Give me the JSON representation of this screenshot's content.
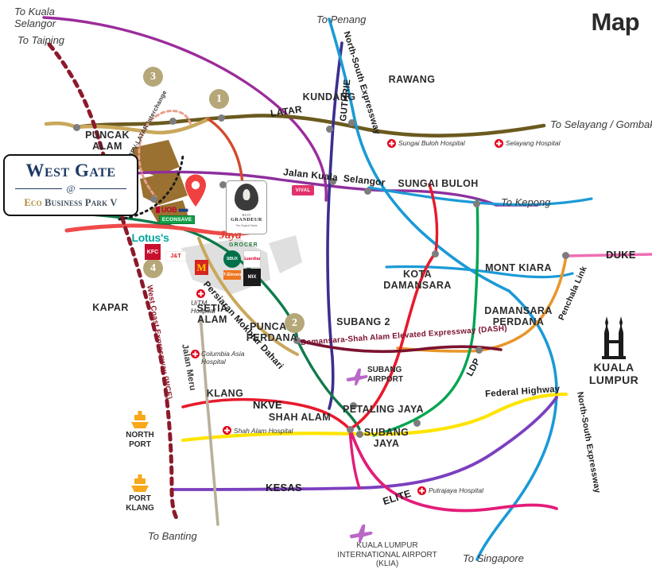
{
  "title": "Map",
  "logo": {
    "line1": "West Gate",
    "at": "@",
    "line2_eco": "Eco ",
    "line2_rest": "Business Park V"
  },
  "eco_grandeur": {
    "name_top": "ECO",
    "name_main": "GRANDEUR",
    "tagline": "The Original Estate"
  },
  "destinations": [
    {
      "id": "to-kuala-selangor",
      "text": "To Kuala\nSelangor"
    },
    {
      "id": "to-taiping",
      "text": "To Taiping"
    },
    {
      "id": "to-penang",
      "text": "To Penang"
    },
    {
      "id": "to-selayang-gombak",
      "text": "To Selayang / Gombak"
    },
    {
      "id": "to-kepong",
      "text": "To Kepong"
    },
    {
      "id": "to-banting",
      "text": "To Banting"
    },
    {
      "id": "to-singapore",
      "text": "To Singapore"
    }
  ],
  "towns": [
    {
      "id": "puncak-alam",
      "text": "PUNCAK\nALAM"
    },
    {
      "id": "kundang",
      "text": "KUNDANG"
    },
    {
      "id": "rawang",
      "text": "RAWANG"
    },
    {
      "id": "sungai-buloh",
      "text": "SUNGAI BULOH"
    },
    {
      "id": "kota-damansara",
      "text": "KOTA\nDAMANSARA"
    },
    {
      "id": "mont-kiara",
      "text": "MONT KIARA"
    },
    {
      "id": "damansara-perdana",
      "text": "DAMANSARA\nPERDANA"
    },
    {
      "id": "subang-2",
      "text": "SUBANG 2"
    },
    {
      "id": "puncak-perdana",
      "text": "PUNCAK\nPERDANA"
    },
    {
      "id": "setia-alam",
      "text": "SETIA\nALAM"
    },
    {
      "id": "kapar",
      "text": "KAPAR"
    },
    {
      "id": "klang",
      "text": "KLANG"
    },
    {
      "id": "shah-alam",
      "text": "SHAH ALAM"
    },
    {
      "id": "petaling-jaya",
      "text": "PETALING JAYA"
    },
    {
      "id": "subang-jaya",
      "text": "SUBANG\nJAYA"
    },
    {
      "id": "kuala-lumpur",
      "text": "KUALA\nLUMPUR"
    }
  ],
  "highways": [
    {
      "id": "latar",
      "text": "LATAR"
    },
    {
      "id": "guthrie",
      "text": "GUTHRIE"
    },
    {
      "id": "north-south-expressway-north",
      "text": "North-South Expressway"
    },
    {
      "id": "north-south-expressway-south",
      "text": "North-South Expressway"
    },
    {
      "id": "jalan-kuala-selangor",
      "text": "Jalan Kuala  Selangor"
    },
    {
      "id": "ebpv-latar-interchange",
      "text": "EBPV-LATAR Interchange"
    },
    {
      "id": "duke",
      "text": "DUKE"
    },
    {
      "id": "penchala-link",
      "text": "Penchala Link"
    },
    {
      "id": "ldp",
      "text": "LDP"
    },
    {
      "id": "dash",
      "text": "Damansara-Shah Alam Elevated Expressway (DASH)"
    },
    {
      "id": "persiaran-mokhtar-dahari",
      "text": "Persiaran Mokhtar Dahari"
    },
    {
      "id": "federal-highway",
      "text": "Federal Highway"
    },
    {
      "id": "nkve",
      "text": "NKVE"
    },
    {
      "id": "kesas",
      "text": "KESAS"
    },
    {
      "id": "elite",
      "text": "ELITE"
    },
    {
      "id": "west-coast-expressway",
      "text": "West Coast Expressway (WCE)"
    },
    {
      "id": "jalan-meru",
      "text": "Jalan Meru"
    }
  ],
  "hospitals": [
    {
      "id": "sungai-buloh-hospital",
      "text": "Sungai Buloh Hospital"
    },
    {
      "id": "selayang-hospital",
      "text": "Selayang Hospital"
    },
    {
      "id": "uitm-hospital",
      "text": "UiTM\nHospital"
    },
    {
      "id": "columbia-asia-hospital",
      "text": "Columbia Asia\nHospital"
    },
    {
      "id": "shah-alam-hospital",
      "text": "Shah Alam Hospital"
    },
    {
      "id": "putrajaya-hospital",
      "text": "Putrajaya Hospital"
    }
  ],
  "pois": [
    {
      "id": "subang-airport",
      "text": "SUBANG\nAIRPORT"
    },
    {
      "id": "klia",
      "text": "KUALA LUMPUR\nINTERNATIONAL AIRPORT\n(KLIA)"
    },
    {
      "id": "north-port",
      "text": "NORTH\nPORT"
    },
    {
      "id": "port-klang",
      "text": "PORT\nKLANG"
    }
  ],
  "markers": [
    {
      "id": "marker-1",
      "label": "1"
    },
    {
      "id": "marker-2",
      "label": "2"
    },
    {
      "id": "marker-3",
      "label": "3"
    },
    {
      "id": "marker-4",
      "label": "4"
    }
  ],
  "brands": [
    {
      "id": "uob",
      "label": "UOB"
    },
    {
      "id": "econsave",
      "label": "ECONSAVE"
    },
    {
      "id": "lotuss",
      "label": "Lotus's"
    },
    {
      "id": "kfc",
      "label": "KFC"
    },
    {
      "id": "jt-express",
      "label": "J&T"
    },
    {
      "id": "mcdonalds",
      "label": "M"
    },
    {
      "id": "jaya-grocer",
      "label": "Jaya"
    },
    {
      "id": "jaya-grocer-sub",
      "label": "GROCER"
    },
    {
      "id": "starbucks",
      "label": "SBUX"
    },
    {
      "id": "guardian",
      "label": "Guardian"
    },
    {
      "id": "seven-eleven",
      "label": "7-Eleven"
    },
    {
      "id": "mix-store",
      "label": "MIX"
    },
    {
      "id": "vival",
      "label": "VIVAL"
    }
  ],
  "colors": {
    "latar_brown": "#6b5a1e",
    "guthrie_purple": "#3b2f8f",
    "nse_blue": "#1b9ad6",
    "kuala_selangor_magenta": "#9b2c9b",
    "dash_maroon": "#7b1230",
    "nkve_red": "#e8192c",
    "federal_yellow": "#ffe400",
    "kesas_purple": "#7b3fbf",
    "elite_pink": "#e31c79",
    "ldp_green": "#00a550",
    "penchala_orange": "#e8962c",
    "duke_pink": "#f06eb4",
    "wce_darkred": "#8b1a2b",
    "sungai_buloh_purple": "#8e2f9e",
    "marker_tan": "#b5a777",
    "mokhtar_dahari_tan": "#c9a85c",
    "jalan_meru_grey": "#b9b09a",
    "title_dark": "#2a2a2a"
  }
}
